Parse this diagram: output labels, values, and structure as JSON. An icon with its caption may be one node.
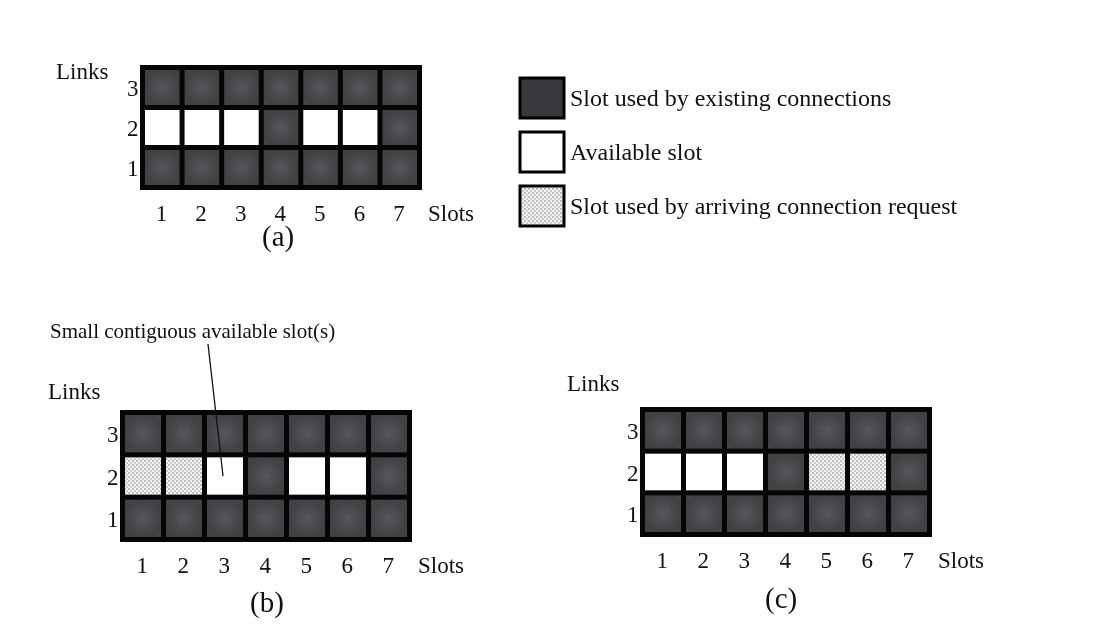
{
  "diagram": {
    "nodes": [
      {
        "text": [
          "Small contiguous available slot(s)"
        ]
      },
      {
        "text": [],
        "shape": "box"
      }
    ],
    "edges": [
      {
        "from": 0,
        "to": 1,
        "arrow": "none"
      }
    ],
    "labels": [
      "Links",
      "3",
      "2",
      "1",
      "1",
      "2",
      "3",
      "4",
      "5",
      "6",
      "7",
      "Slots",
      "(a)",
      "Links",
      "3",
      "2",
      "1",
      "1",
      "2",
      "3",
      "4",
      "5",
      "6",
      "7",
      "Slots",
      "(b)",
      "Links",
      "3",
      "2",
      "1",
      "1",
      "2",
      "3",
      "4",
      "5",
      "6",
      "7",
      "Slots",
      "(c)"
    ],
    "legend": [
      {
        "text": "Slot used by existing connections",
        "color": "#38383a"
      },
      {
        "text": "Available slot",
        "color": "#ffffff"
      },
      {
        "text": "Slot used by arriving connection request"
      }
    ]
  }
}
